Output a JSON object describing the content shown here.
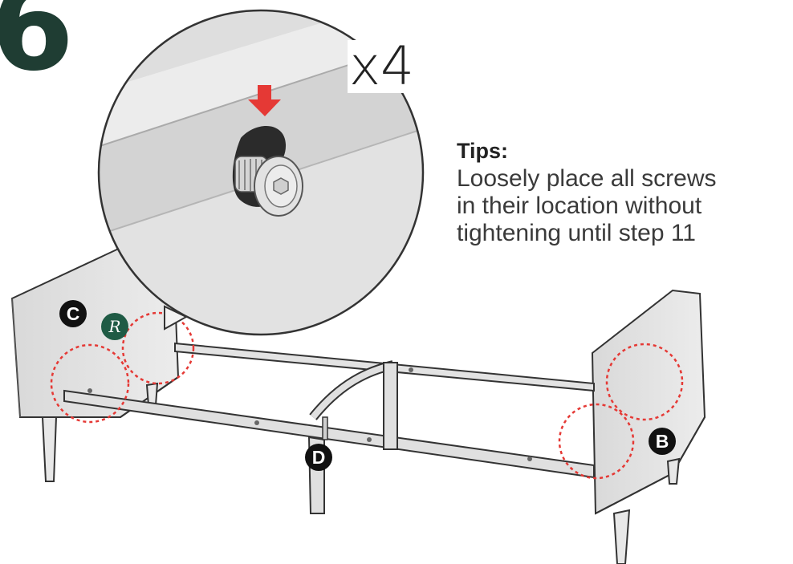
{
  "step": {
    "number": "6"
  },
  "detail": {
    "quantity": "x4"
  },
  "tips": {
    "title": "Tips:",
    "lines": [
      "Loosely place all screws",
      "in their location without",
      "tightening until step 11"
    ]
  },
  "parts": {
    "c": "C",
    "b": "B",
    "d": "D"
  },
  "logo": {
    "letter": "R"
  },
  "colors": {
    "step_number": "#1f3d33",
    "arrow": "#e53935",
    "callout_ring": "#e53935",
    "logo_badge": "#1f5b45",
    "furniture": "#e4e4e4",
    "outline": "#333333"
  },
  "icons": {
    "arrow": "arrow-down-icon",
    "screw": "hex-screw-icon"
  }
}
